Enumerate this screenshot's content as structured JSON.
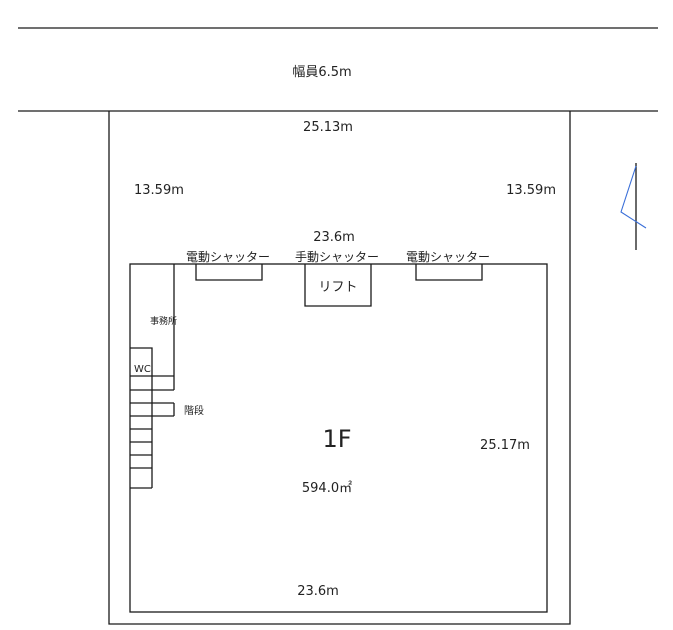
{
  "road": {
    "width_label": "幅員6.5m"
  },
  "site": {
    "top_width": "25.13m",
    "left_depth": "13.59m",
    "right_depth": "13.59m"
  },
  "building": {
    "front_width": "23.6m",
    "back_width": "23.6m",
    "side_length": "25.17m",
    "floor_label": "1F",
    "floor_area": "594.0㎡"
  },
  "openings": {
    "electric_shutter_left": "電動シャッター",
    "manual_shutter": "手動シャッター",
    "electric_shutter_right": "電動シャッター"
  },
  "rooms": {
    "lift": "リフト",
    "office": "事務所",
    "wc": "WC",
    "stairs": "階段"
  },
  "colors": {
    "line": "#1a1a1a",
    "text": "#222222",
    "north_arrow": "#3a6fd8"
  },
  "icons": {
    "north_arrow": "north-arrow-icon"
  }
}
